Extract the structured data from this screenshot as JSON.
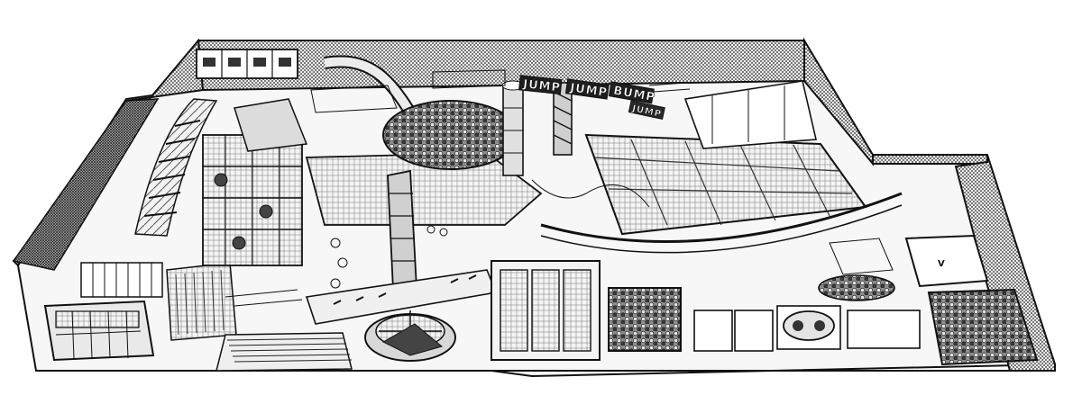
{
  "scene": {
    "style": "pencil-sketch isometric floor plan",
    "colors": {
      "ink": "#111111",
      "paper": "#ffffff",
      "shade": "#6a6a6a",
      "light": "#bdbdbd"
    },
    "signs": [
      {
        "id": "jump-1",
        "text": "JUMP"
      },
      {
        "id": "jump-2",
        "text": "JUMP"
      },
      {
        "id": "jump-3",
        "text": "JUMP"
      },
      {
        "id": "bump-1",
        "text": "BUMP"
      }
    ],
    "pad_letters": {
      "text": "V"
    }
  }
}
